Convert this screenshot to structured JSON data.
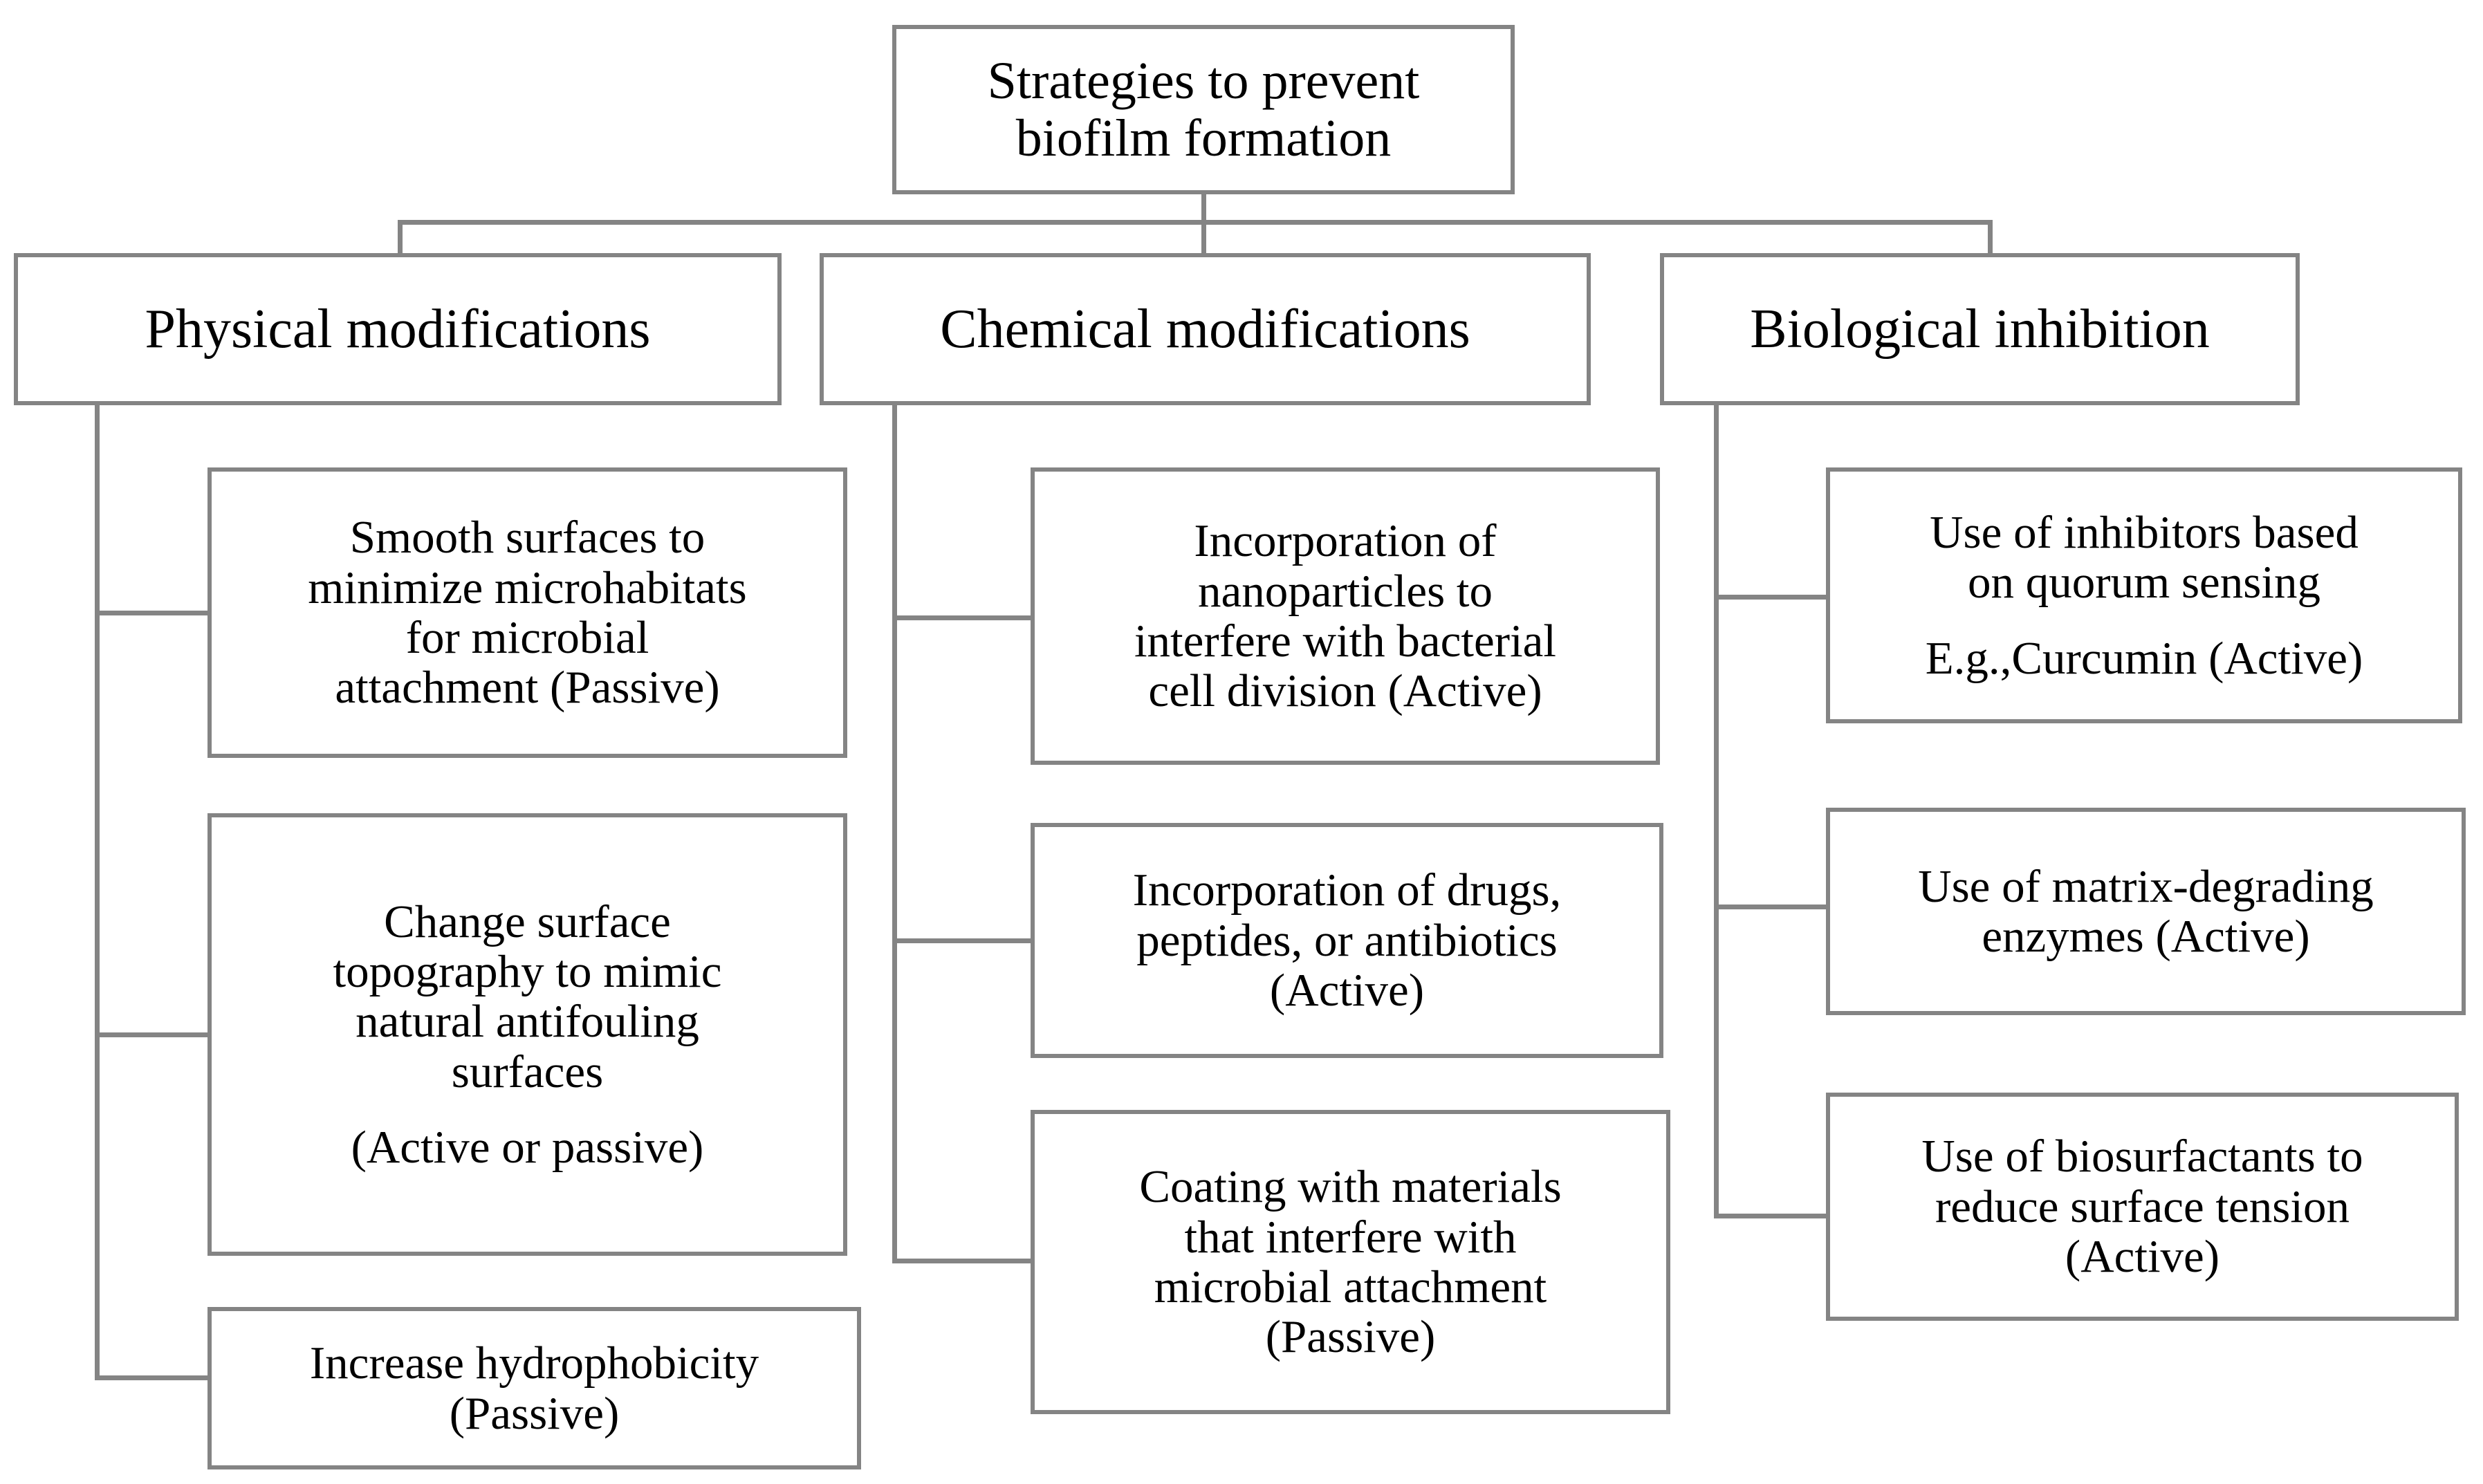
{
  "diagram": {
    "title": "Strategies to prevent biofilm formation",
    "root": {
      "line1": "Strategies to prevent",
      "line2": "biofilm formation"
    },
    "categories": [
      {
        "id": "physical",
        "label": "Physical modifications"
      },
      {
        "id": "chemical",
        "label": "Chemical modifications"
      },
      {
        "id": "biological",
        "label": "Biological inhibition"
      }
    ],
    "physical_children": [
      {
        "lines": [
          "Smooth surfaces to",
          "minimize microhabitats",
          "for microbial",
          "attachment (Passive)"
        ]
      },
      {
        "lines": [
          "Change surface",
          "topography to mimic",
          "natural antifouling",
          "surfaces"
        ],
        "note": "(Active or passive)"
      },
      {
        "lines": [
          "Increase hydrophobicity",
          "(Passive)"
        ]
      }
    ],
    "chemical_children": [
      {
        "lines": [
          "Incorporation of",
          "nanoparticles to",
          "interfere with bacterial",
          "cell division (Active)"
        ]
      },
      {
        "lines": [
          "Incorporation of drugs,",
          "peptides, or antibiotics",
          "(Active)"
        ]
      },
      {
        "lines": [
          "Coating with materials",
          "that interfere with",
          "microbial attachment",
          "(Passive)"
        ]
      }
    ],
    "biological_children": [
      {
        "lines": [
          "Use of inhibitors based",
          "on quorum sensing"
        ],
        "note": "E.g.,Curcumin (Active)"
      },
      {
        "lines": [
          "Use of matrix-degrading",
          "enzymes (Active)"
        ]
      },
      {
        "lines": [
          "Use of biosurfactants to",
          "reduce surface tension",
          "(Active)"
        ]
      }
    ],
    "style": {
      "border_color": "#848484",
      "connector_color": "#848484",
      "text_color": "#000000",
      "background": "#ffffff"
    }
  }
}
